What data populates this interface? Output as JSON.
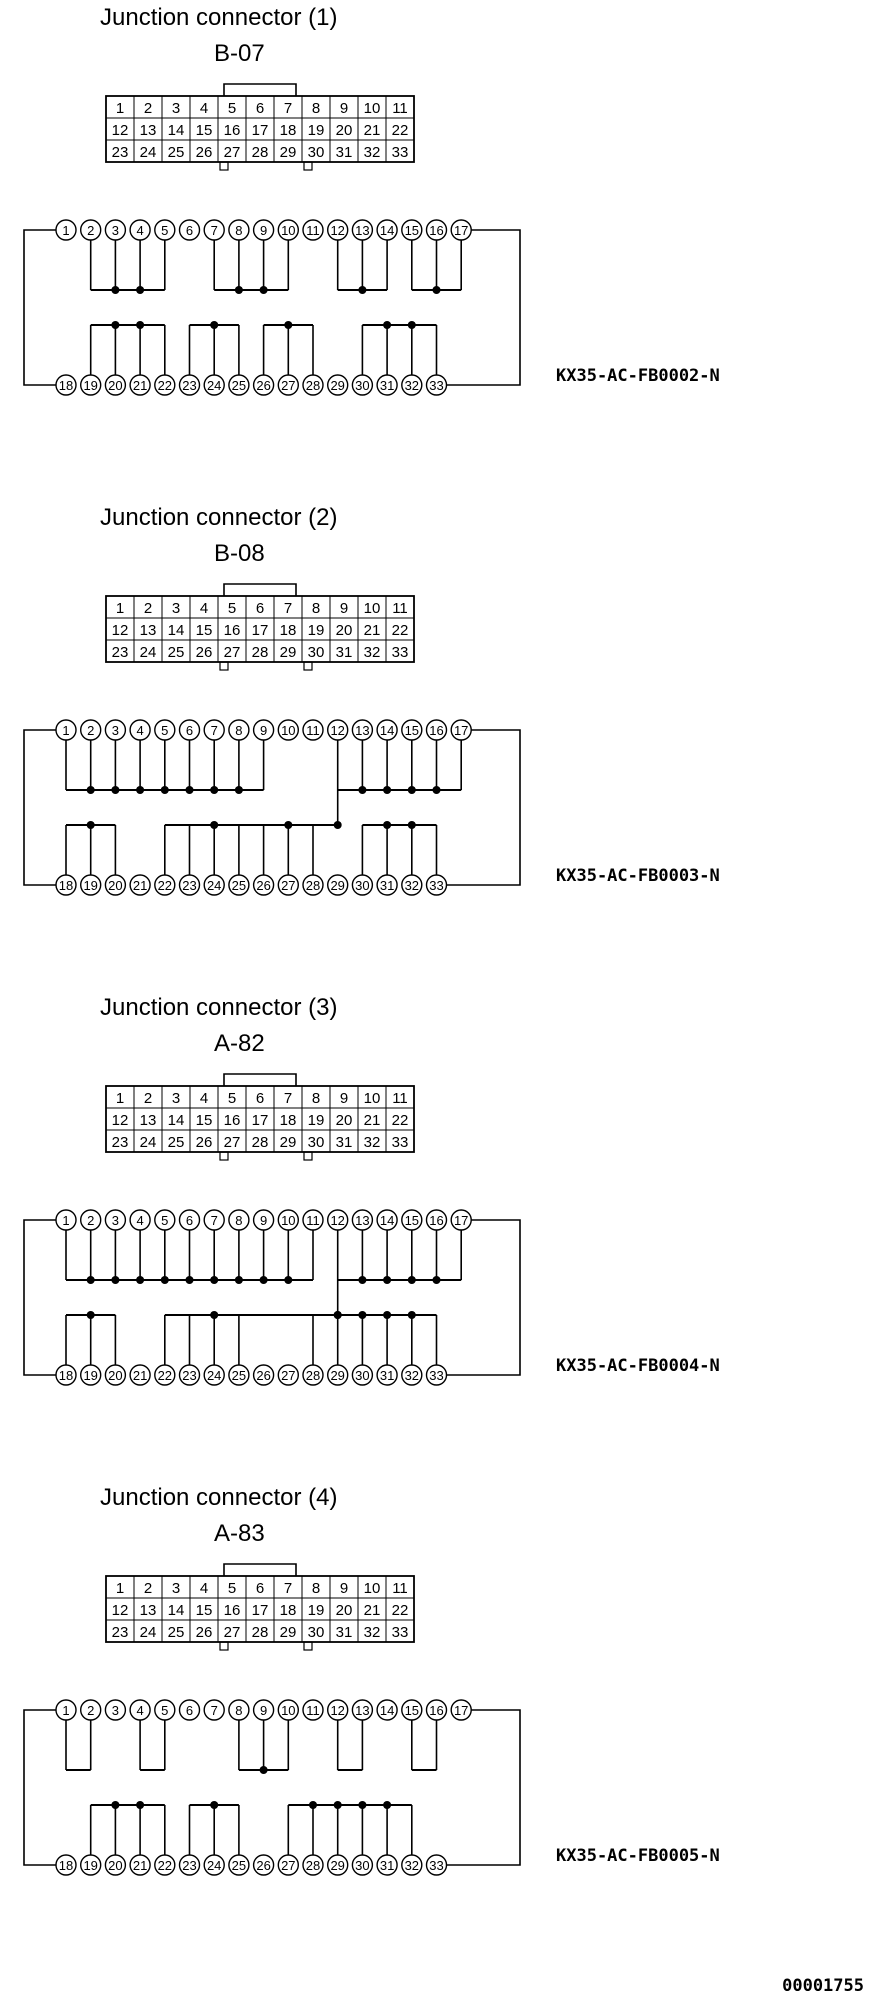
{
  "connectors": [
    {
      "title": "Junction connector (1)",
      "code": "B-07",
      "part_number": "KX35-AC-FB0002-N",
      "top_buses": [
        [
          2,
          3,
          4,
          5
        ],
        [
          7,
          8,
          9,
          10
        ],
        [
          12,
          13,
          14
        ],
        [
          15,
          16,
          17
        ]
      ],
      "bottom_buses": [
        [
          19,
          20,
          21,
          22
        ],
        [
          23,
          24,
          25
        ],
        [
          26,
          27,
          28
        ],
        [
          30,
          31,
          32,
          33
        ]
      ]
    },
    {
      "title": "Junction connector (2)",
      "code": "B-08",
      "part_number": "KX35-AC-FB0003-N",
      "top_buses": [
        [
          1,
          2,
          3,
          4,
          5,
          6,
          7,
          8,
          9
        ],
        [
          12,
          13,
          14,
          15,
          16,
          17
        ]
      ],
      "bottom_buses": [
        [
          18,
          19,
          20
        ],
        [
          22,
          12
        ],
        [
          23,
          24,
          25
        ],
        [
          26,
          27,
          28
        ],
        [
          30,
          31,
          32,
          33
        ]
      ]
    },
    {
      "title": "Junction connector (3)",
      "code": "A-82",
      "part_number": "KX35-AC-FB0004-N",
      "top_buses": [
        [
          1,
          2,
          3,
          4,
          5,
          6,
          7,
          8,
          9,
          10,
          11
        ],
        [
          12,
          13,
          14,
          15,
          16,
          17
        ]
      ],
      "bottom_buses": [
        [
          18,
          19,
          20
        ],
        [
          22,
          12
        ],
        [
          23,
          24,
          25
        ],
        [
          28,
          29,
          30,
          31,
          32,
          33
        ]
      ]
    },
    {
      "title": "Junction connector (4)",
      "code": "A-83",
      "part_number": "KX35-AC-FB0005-N",
      "top_buses": [
        [
          1,
          2
        ],
        [
          4,
          5
        ],
        [
          8,
          9,
          10
        ],
        [
          12,
          13
        ],
        [
          15,
          16
        ]
      ],
      "bottom_buses": [
        [
          19,
          20,
          21,
          22
        ],
        [
          23,
          24,
          25
        ],
        [
          27,
          28,
          29,
          30,
          31,
          32
        ]
      ]
    }
  ],
  "cavities": {
    "row1": [
      "1",
      "2",
      "3",
      "4",
      "5",
      "6",
      "7",
      "8",
      "9",
      "10",
      "11"
    ],
    "row2": [
      "12",
      "13",
      "14",
      "15",
      "16",
      "17",
      "18",
      "19",
      "20",
      "21",
      "22"
    ],
    "row3": [
      "23",
      "24",
      "25",
      "26",
      "27",
      "28",
      "29",
      "30",
      "31",
      "32",
      "33"
    ]
  },
  "doc_number": "00001755"
}
